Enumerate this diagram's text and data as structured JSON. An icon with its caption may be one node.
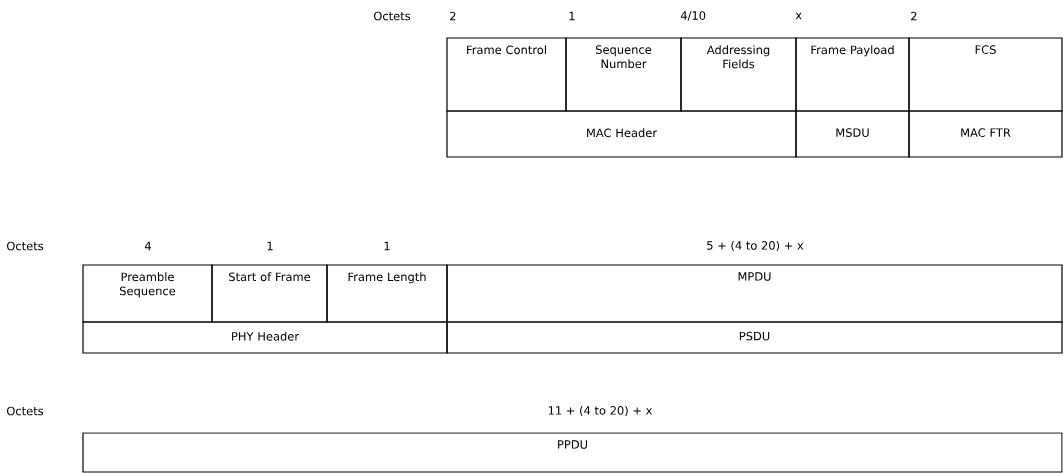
{
  "diagram": {
    "nodes": [
      {
        "text": [
          "Frame Control"
        ]
      },
      {
        "text": [
          "Sequence Number"
        ]
      },
      {
        "text": [
          "Addressing Fields"
        ]
      },
      {
        "text": [
          "Frame Payload"
        ]
      },
      {
        "text": [
          "FCS"
        ]
      },
      {
        "text": [
          "MAC Header"
        ]
      },
      {
        "text": [
          "MSDU"
        ]
      },
      {
        "text": [
          "MAC FTR"
        ]
      },
      {
        "text": [
          "Preamble Sequence"
        ]
      },
      {
        "text": [
          "Start of Frame"
        ]
      },
      {
        "text": [
          "Frame Length"
        ]
      },
      {
        "text": [
          "MPDU"
        ]
      },
      {
        "text": [
          "PHY Header"
        ]
      },
      {
        "text": [
          "PSDU"
        ]
      },
      {
        "text": [
          "PPDU"
        ]
      }
    ],
    "labels": [
      "Octets",
      "2",
      "1",
      "4/10",
      "x",
      "2",
      "Octets",
      "4",
      "1",
      "1",
      "5 + (4 to 20) + x",
      "Octets",
      "11 + (4 to 20) + x"
    ]
  }
}
